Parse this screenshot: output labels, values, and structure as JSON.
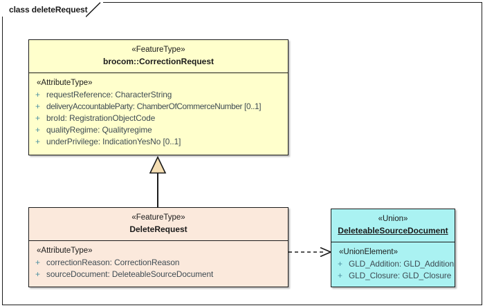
{
  "frame": {
    "label": "class deleteRequest"
  },
  "classes": [
    {
      "id": "correctionrequest",
      "stereotype": "«FeatureType»",
      "name": "brocom::CorrectionRequest",
      "fill": "#ffffcc",
      "compartment_stereotype": "«AttributeType»",
      "attributes": [
        {
          "visibility": "+",
          "text": "requestReference: CharacterString"
        },
        {
          "visibility": "+",
          "text": "deliveryAccountableParty: ChamberOfCommerceNumber [0..1]"
        },
        {
          "visibility": "+",
          "text": "broId: RegistrationObjectCode"
        },
        {
          "visibility": "+",
          "text": "qualityRegime: Qualityregime"
        },
        {
          "visibility": "+",
          "text": "underPrivilege: IndicationYesNo [0..1]"
        }
      ]
    },
    {
      "id": "deleterequest",
      "stereotype": "«FeatureType»",
      "name": "DeleteRequest",
      "fill": "#fbe9dc",
      "compartment_stereotype": "«AttributeType»",
      "attributes": [
        {
          "visibility": "+",
          "text": "correctionReason: CorrectionReason"
        },
        {
          "visibility": "+",
          "text": "sourceDocument: DeleteableSourceDocument"
        }
      ]
    },
    {
      "id": "deleteablesourcedocument",
      "stereotype": "«Union»",
      "name": "DeleteableSourceDocument",
      "fill": "#aaf2f2",
      "compartment_stereotype": "«UnionElement»",
      "attributes": [
        {
          "visibility": "+",
          "text": "GLD_Addition: GLD_Addition"
        },
        {
          "visibility": "+",
          "text": "GLD_Closure: GLD_Closure"
        }
      ]
    }
  ],
  "connectors": [
    {
      "type": "generalization",
      "from": "DeleteRequest",
      "to": "brocom::CorrectionRequest",
      "arrow": "hollow-triangle",
      "line": "solid",
      "fill": "#f5deb3"
    },
    {
      "type": "dependency",
      "from": "DeleteRequest",
      "to": "DeleteableSourceDocument",
      "arrow": "open-arrow",
      "line": "dashed"
    }
  ],
  "colors": {
    "featuretype_fill": "#ffffcc",
    "subclass_fill": "#fbe9dc",
    "union_fill": "#aaf2f2",
    "border": "#1a1a1a",
    "attribute_text": "#3d4a52",
    "visibility_marker": "#4c8fa0",
    "triangle_fill": "#f5deb3",
    "canvas": "#ffffff"
  }
}
